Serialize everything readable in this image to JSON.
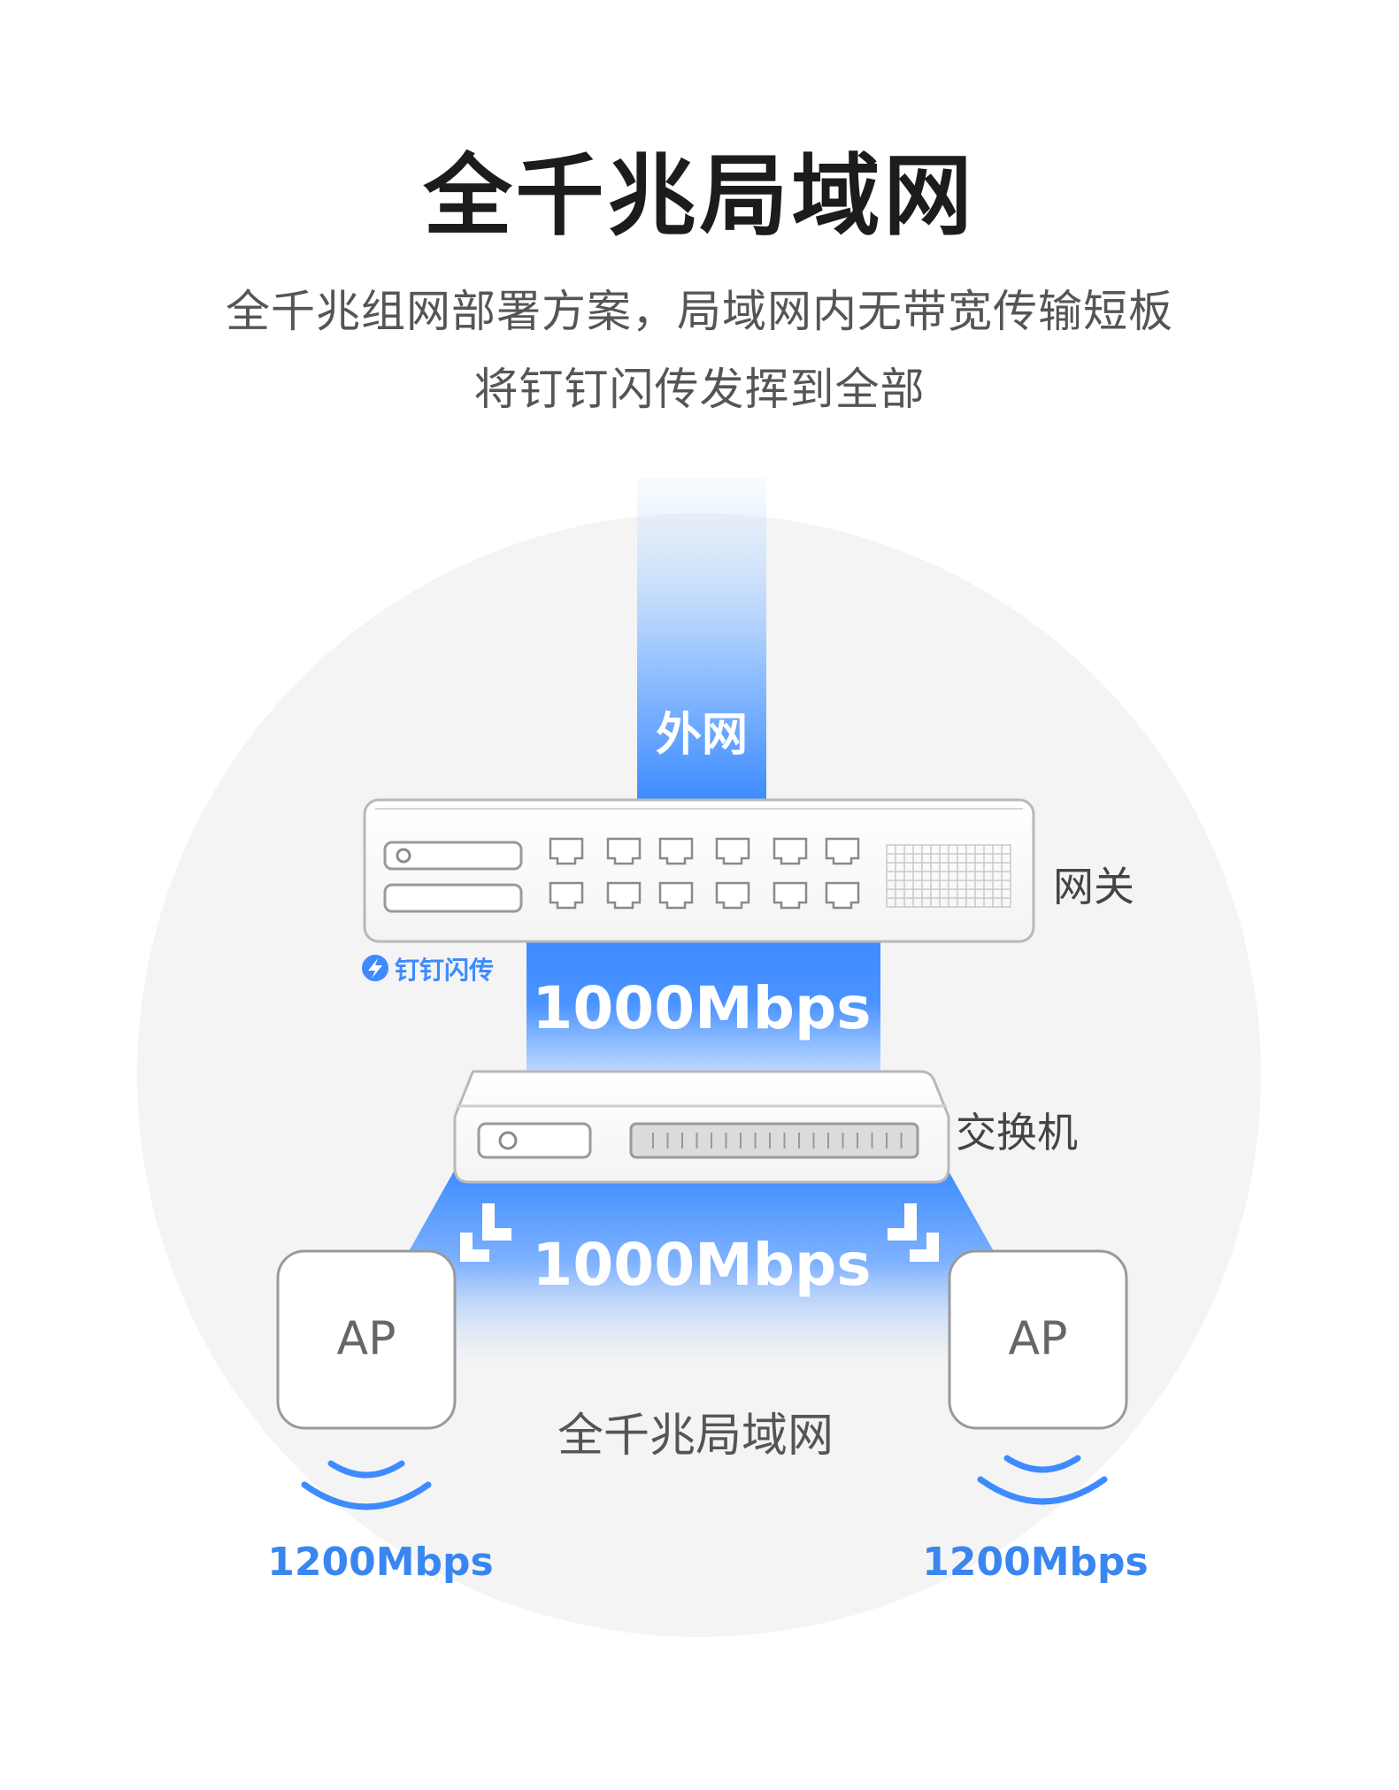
{
  "header": {
    "title": "全千兆局域网",
    "subtitle_line1": "全千兆组网部署方案，局域网内无带宽传输短板",
    "subtitle_line2": "将钉钉闪传发挥到全部"
  },
  "diagram": {
    "wan_label": "外网",
    "gateway_label": "网关",
    "brand_label": "钉钉闪传",
    "gateway_switch_speed": "1000Mbps",
    "switch_label": "交换机",
    "switch_ap_speed": "1000Mbps",
    "ap_left_label": "AP",
    "ap_right_label": "AP",
    "lan_label": "全千兆局域网",
    "wifi_left_speed": "1200Mbps",
    "wifi_right_speed": "1200Mbps"
  },
  "colors": {
    "accent_blue": "#3d8bff",
    "speed_text_blue": "#3a86f0",
    "title_text": "#1c1c1c",
    "subtitle_text": "#555555",
    "background_circle": "#f4f4f4"
  }
}
